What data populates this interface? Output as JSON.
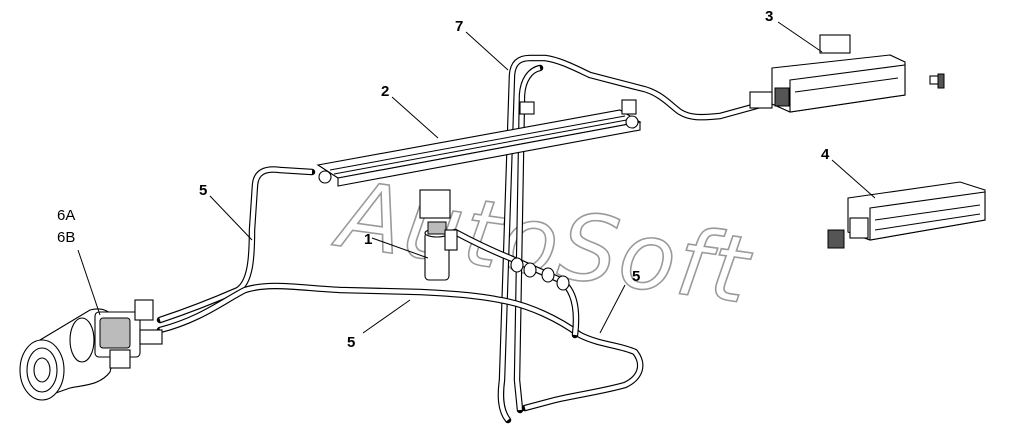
{
  "callouts": [
    {
      "id": "c1",
      "text": "1"
    },
    {
      "id": "c2",
      "text": "2"
    },
    {
      "id": "c3",
      "text": "3"
    },
    {
      "id": "c4",
      "text": "4"
    },
    {
      "id": "c5a",
      "text": "5"
    },
    {
      "id": "c5b",
      "text": "5"
    },
    {
      "id": "c5c",
      "text": "5"
    },
    {
      "id": "c6a",
      "text": "6A"
    },
    {
      "id": "c6b",
      "text": "6B"
    },
    {
      "id": "c7",
      "text": "7"
    }
  ],
  "watermark": "AutoSoft"
}
